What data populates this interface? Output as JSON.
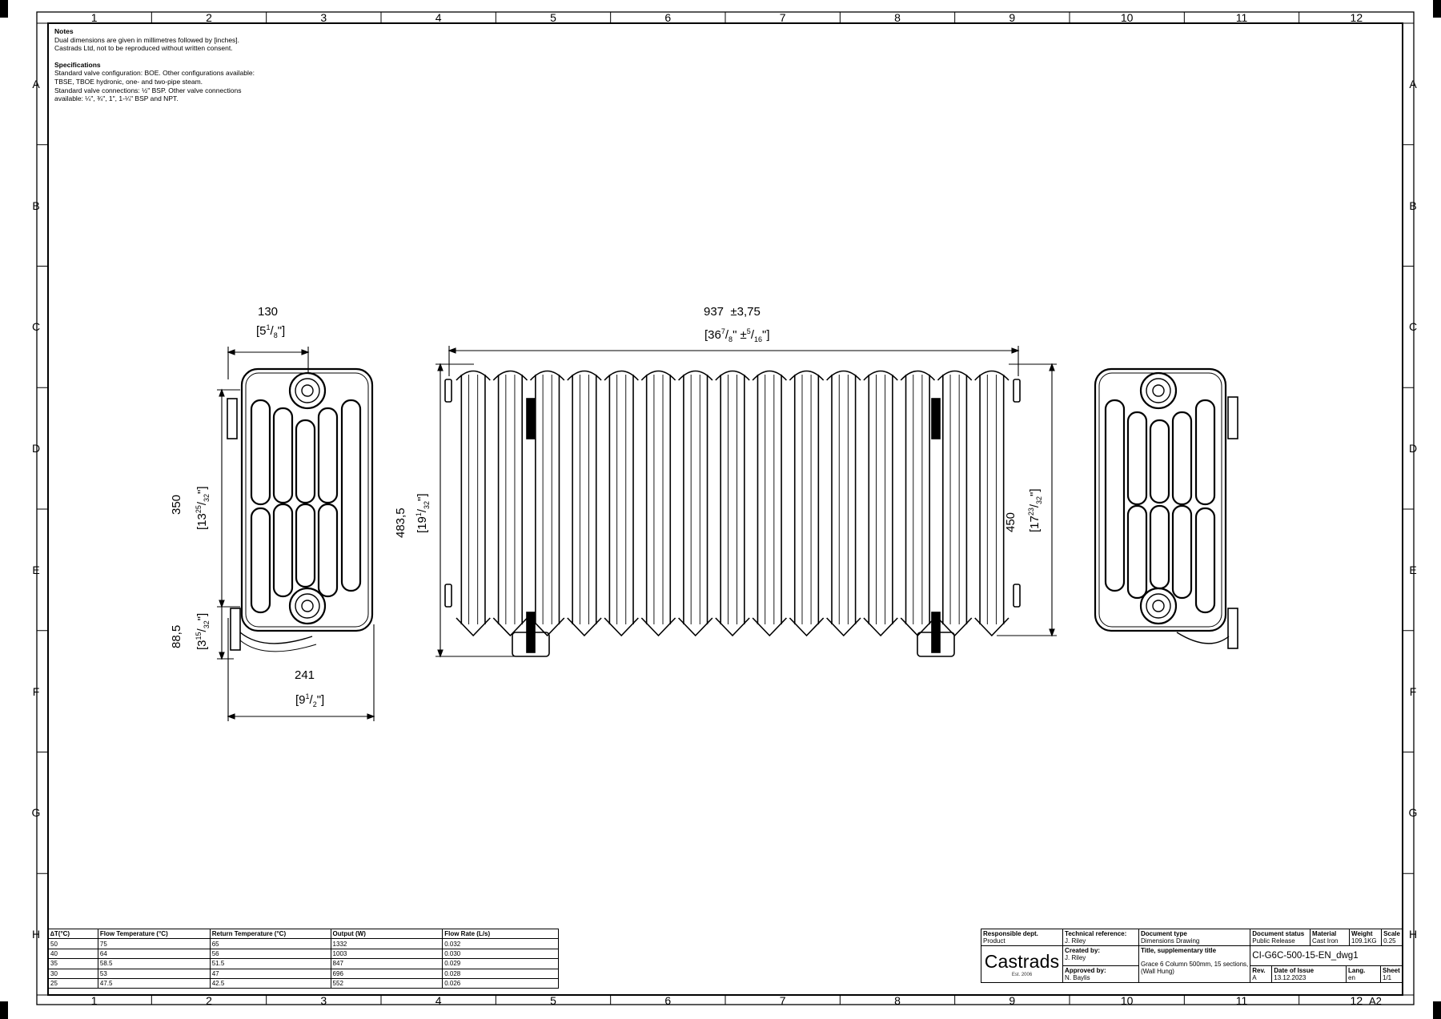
{
  "notes": {
    "notes_heading": "Notes",
    "notes_lines": [
      "Dual dimensions are given in millimetres followed by [inches].",
      "Castrads Ltd, not to be reproduced without written consent."
    ],
    "spec_heading": "Specifications",
    "spec_lines": [
      "Standard valve configuration: BOE. Other configurations available:",
      "TBSE, TBOE hydronic, one- and two-pipe steam.",
      "Standard valve connections: ½\" BSP. Other valve connections",
      "available: ¼\", ¾\", 1\", 1-¼\" BSP and NPT."
    ]
  },
  "grid": {
    "columns": [
      "1",
      "2",
      "3",
      "4",
      "5",
      "6",
      "7",
      "8",
      "9",
      "10",
      "11",
      "12"
    ],
    "rows": [
      "A",
      "B",
      "C",
      "D",
      "E",
      "F",
      "G",
      "H"
    ]
  },
  "dimensions": {
    "side_width": {
      "mm": "130",
      "in_whole": "5",
      "in_num": "1",
      "in_den": "8"
    },
    "side_depth": {
      "mm": "241",
      "in_whole": "9",
      "in_num": "1",
      "in_den": "2"
    },
    "side_height_centres": {
      "mm": "350",
      "in_whole": "13",
      "in_num": "25",
      "in_den": "32"
    },
    "side_bottom_offset": {
      "mm": "88,5",
      "in_whole": "3",
      "in_num": "15",
      "in_den": "32"
    },
    "front_length": {
      "mm": "937",
      "tol_mm": "±3,75",
      "in_whole": "36",
      "in_num": "7",
      "in_den": "8",
      "tol_in_num": "5",
      "tol_in_den": "16"
    },
    "front_height_total": {
      "mm": "483,5",
      "in_whole": "19",
      "in_num": "1",
      "in_den": "32"
    },
    "front_height_body": {
      "mm": "450",
      "in_whole": "17",
      "in_num": "23",
      "in_den": "32"
    },
    "inch_mark": "\""
  },
  "drawing": {
    "sections": 15
  },
  "output_table": {
    "headers": [
      "∆T(°C)",
      "Flow Temperature (°C)",
      "Return Temperature (°C)",
      "Output (W)",
      "Flow Rate (L/s)"
    ],
    "rows": [
      [
        "50",
        "75",
        "65",
        "1332",
        "0.032"
      ],
      [
        "40",
        "64",
        "56",
        "1003",
        "0.030"
      ],
      [
        "35",
        "58.5",
        "51.5",
        "847",
        "0.029"
      ],
      [
        "30",
        "53",
        "47",
        "696",
        "0.028"
      ],
      [
        "25",
        "47.5",
        "42.5",
        "552",
        "0.026"
      ]
    ]
  },
  "title_block": {
    "responsible_dept_label": "Responsible dept.",
    "responsible_dept": "Product",
    "technical_reference_label": "Technical reference:",
    "technical_reference": "J. Riley",
    "document_type_label": "Document type",
    "document_type": "Dimensions Drawing",
    "document_status_label": "Document status",
    "document_status": "Public Release",
    "material_label": "Material",
    "material": "Cast Iron",
    "weight_label": "Weight",
    "weight": "109.1KG",
    "scale_label": "Scale",
    "scale": "0.25",
    "logo": "Castrads",
    "logo_est": "Est. 2006",
    "created_by_label": "Created by:",
    "created_by": "J. Riley",
    "approved_by_label": "Approved by:",
    "approved_by": "N. Baylis",
    "title_label": "Title, supplementary title",
    "title_line1": "Grace 6 Column 500mm, 15 sections,",
    "title_line2": "(Wall Hung)",
    "doc_number": "CI-G6C-500-15-EN_dwg1",
    "rev_label": "Rev.",
    "rev": "A",
    "date_label": "Date of Issue",
    "date": "13.12.2023",
    "lang_label": "Lang.",
    "lang": "en",
    "sheet_label": "Sheet",
    "sheet": "1/1",
    "sheet_size": "A2"
  }
}
